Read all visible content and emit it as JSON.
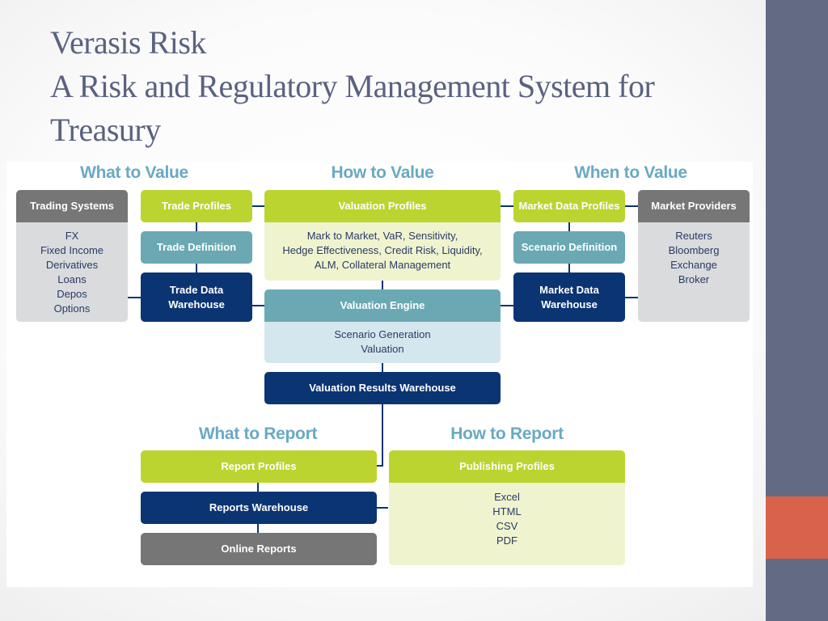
{
  "slide": {
    "title_line1": "Verasis Risk",
    "title_line2": "A Risk and Regulatory Management System for",
    "title_line3": "Treasury"
  },
  "colors": {
    "sidebar": "#636a84",
    "accent": "#d9634a",
    "green": "#bcd430",
    "teal": "#6aa9b3",
    "navy": "#0b3473",
    "gray": "#767677",
    "heading": "#6aa9c3"
  },
  "sections": {
    "what_to_value": "What to Value",
    "how_to_value": "How to Value",
    "when_to_value": "When to Value",
    "what_to_report": "What to Report",
    "how_to_report": "How to Report"
  },
  "trading_systems": {
    "label": "Trading Systems",
    "items": [
      "FX",
      "Fixed Income",
      "Derivatives",
      "Loans",
      "Depos",
      "Options"
    ]
  },
  "trade_profiles": "Trade Profiles",
  "trade_definition": "Trade Definition",
  "trade_data_warehouse": {
    "line1": "Trade Data",
    "line2": "Warehouse"
  },
  "valuation_profiles": {
    "label": "Valuation Profiles",
    "lines": [
      "Mark to Market, VaR, Sensitivity,",
      "Hedge Effectiveness, Credit Risk, Liquidity,",
      "ALM, Collateral Management"
    ]
  },
  "valuation_engine": {
    "label": "Valuation Engine",
    "lines": [
      "Scenario Generation",
      "Valuation"
    ]
  },
  "valuation_results_warehouse": "Valuation Results Warehouse",
  "market_data_profiles": "Market Data Profiles",
  "scenario_definition": "Scenario Definition",
  "market_data_warehouse": {
    "line1": "Market Data",
    "line2": "Warehouse"
  },
  "market_providers": {
    "label": "Market Providers",
    "items": [
      "Reuters",
      "Bloomberg",
      "Exchange",
      "Broker"
    ]
  },
  "report_profiles": "Report Profiles",
  "reports_warehouse": "Reports Warehouse",
  "online_reports": "Online Reports",
  "publishing_profiles": {
    "label": "Publishing Profiles",
    "items": [
      "Excel",
      "HTML",
      "CSV",
      "PDF"
    ]
  }
}
